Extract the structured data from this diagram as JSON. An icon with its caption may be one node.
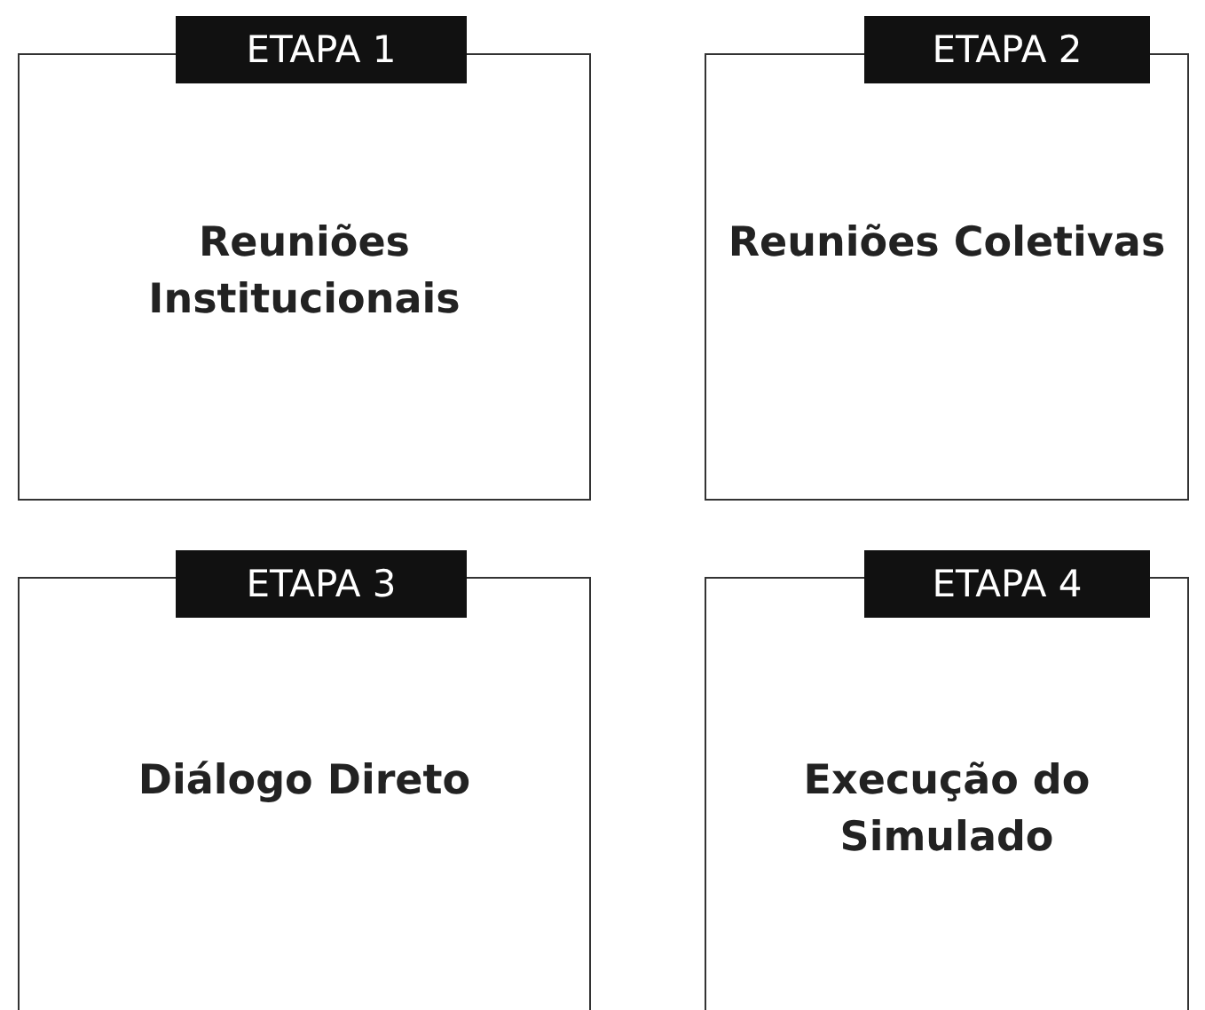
{
  "diagram": {
    "nodes": [
      {
        "text": [
          "ETAPA 1",
          "Reuniões Institucionais"
        ]
      },
      {
        "text": [
          "ETAPA 2",
          "Reuniões Coletivas"
        ]
      },
      {
        "text": [
          "ETAPA 3",
          "Diálogo Direto"
        ]
      },
      {
        "text": [
          "ETAPA 4",
          "Execução do Simulado"
        ]
      }
    ]
  }
}
